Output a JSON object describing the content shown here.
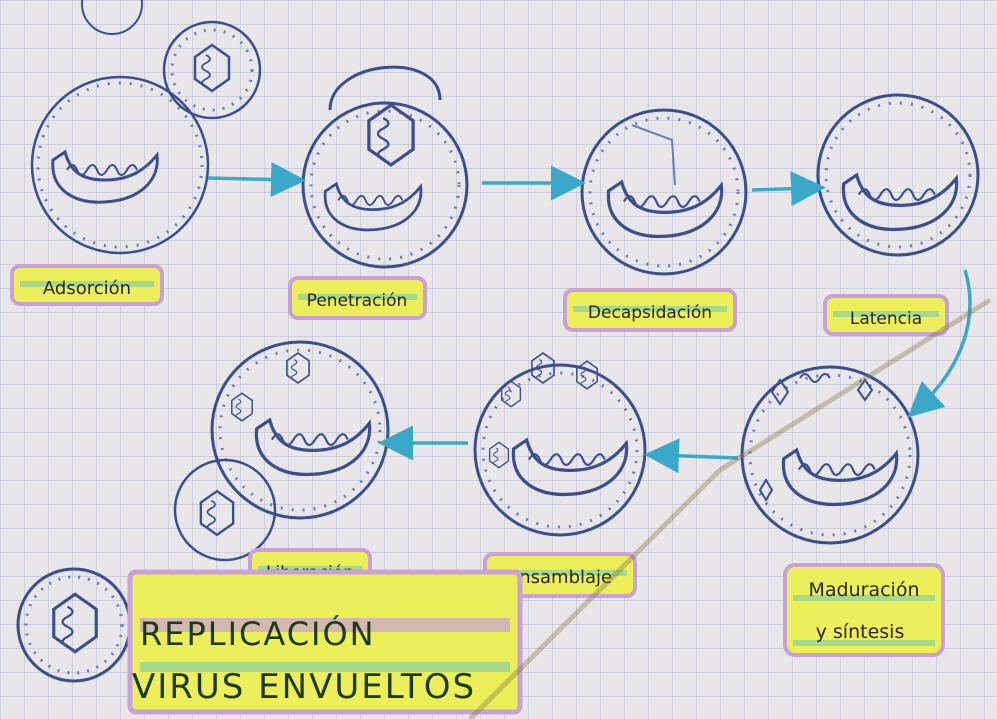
{
  "title": {
    "line1": "REPLICACIÓN",
    "line2": "VIRUS ENVUELTOS"
  },
  "stages": [
    {
      "label": "Adsorción"
    },
    {
      "label": "Penetración"
    },
    {
      "label": "Decapsidación"
    },
    {
      "label": "Latencia"
    },
    {
      "label": "Maduración",
      "label2": "y síntesis"
    },
    {
      "label": "Ensamblaje"
    },
    {
      "label": "Liberación"
    }
  ],
  "colors": {
    "paper": "#e9e6ea",
    "grid": "#9aa6c0",
    "ink": "#3b4f8c",
    "arrow": "#3aa8c8",
    "highlight_yellow": "#ecef5a",
    "highlight_purple": "#c9a0d8",
    "highlight_green": "#a6d98a"
  },
  "icons": [
    "virus-icon",
    "cell-icon",
    "mitochondria-icon",
    "arrow-icon"
  ]
}
